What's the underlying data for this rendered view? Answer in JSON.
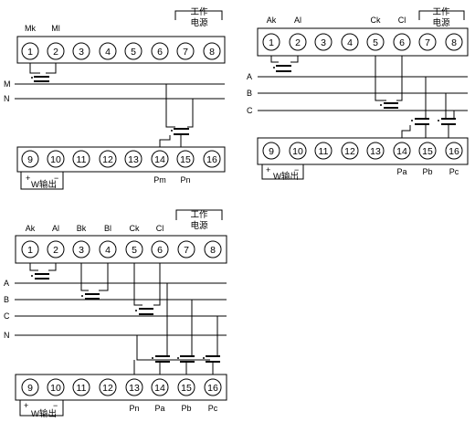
{
  "power_label_line1": "工作",
  "power_label_line2": "电源",
  "output_label": "W输出",
  "plus": "+",
  "minus": "−",
  "diagram1": {
    "top_terminals": [
      "1",
      "2",
      "3",
      "4",
      "5",
      "6",
      "7",
      "8"
    ],
    "bottom_terminals": [
      "9",
      "10",
      "11",
      "12",
      "13",
      "14",
      "15",
      "16"
    ],
    "top_labels": [
      "Mk",
      "Ml"
    ],
    "lines": [
      "M",
      "N"
    ],
    "bottom_labels": [
      "Pm",
      "Pn"
    ]
  },
  "diagram2": {
    "top_terminals": [
      "1",
      "2",
      "3",
      "4",
      "5",
      "6",
      "7",
      "8"
    ],
    "bottom_terminals": [
      "9",
      "10",
      "11",
      "12",
      "13",
      "14",
      "15",
      "16"
    ],
    "top_labels": [
      "Ak",
      "Al",
      "Ck",
      "Cl"
    ],
    "lines": [
      "A",
      "B",
      "C"
    ],
    "bottom_labels": [
      "Pa",
      "Pb",
      "Pc"
    ]
  },
  "diagram3": {
    "top_terminals": [
      "1",
      "2",
      "3",
      "4",
      "5",
      "6",
      "7",
      "8"
    ],
    "bottom_terminals": [
      "9",
      "10",
      "11",
      "12",
      "13",
      "14",
      "15",
      "16"
    ],
    "top_labels": [
      "Ak",
      "Al",
      "Bk",
      "Bl",
      "Ck",
      "Cl"
    ],
    "lines": [
      "A",
      "B",
      "C",
      "N"
    ],
    "bottom_labels": [
      "Pn",
      "Pa",
      "Pb",
      "Pc"
    ]
  }
}
